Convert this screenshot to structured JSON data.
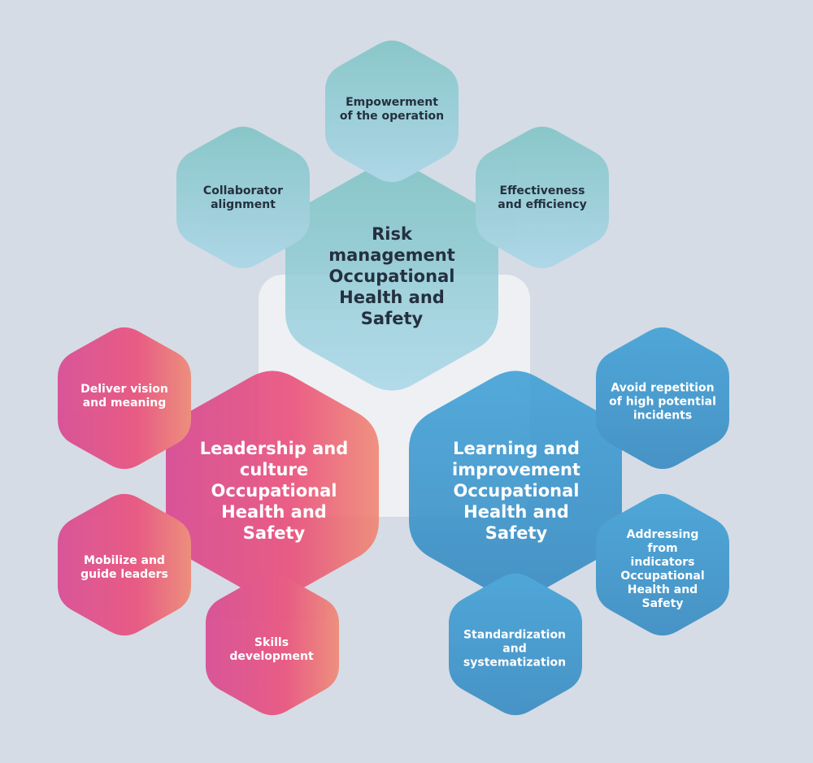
{
  "diagram": {
    "colors": {
      "background": "#d5dce5",
      "center_panel": "#eef0f3",
      "teal": "#7fc4c9",
      "pink": "#e04a84",
      "salmon": "#ef8273",
      "blue": "#3b9bd0"
    },
    "groups": {
      "risk": {
        "title": "Risk\nmanagement\nOccupational\nHealth and\nSafety",
        "items": [
          "Empowerment\nof the operation",
          "Collaborator\nalignment",
          "Effectiveness\nand efficiency"
        ]
      },
      "leadership": {
        "title": "Leadership and\nculture\nOccupational\nHealth and\nSafety",
        "items": [
          "Deliver vision\nand meaning",
          "Mobilize and\nguide leaders",
          "Skills\ndevelopment"
        ]
      },
      "learning": {
        "title": "Learning and\nimprovement\nOccupational\nHealth and\nSafety",
        "items": [
          "Avoid repetition\nof high potential\nincidents",
          "Addressing\nfrom\nindicators\nOccupational\nHealth and\nSafety",
          "Standardization\nand\nsystematization"
        ]
      }
    }
  }
}
